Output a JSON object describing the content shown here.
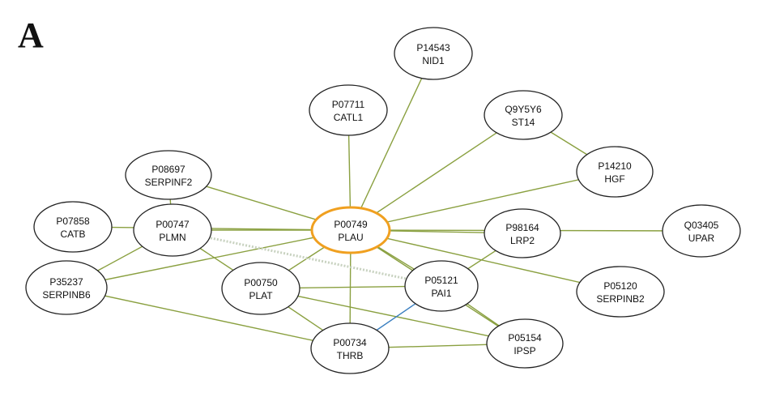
{
  "panel_label": "A",
  "nodes": [
    {
      "id": "PLAU",
      "acc": "P00749",
      "name": "PLAU",
      "hub": true
    },
    {
      "id": "NID1",
      "acc": "P14543",
      "name": "NID1"
    },
    {
      "id": "CATL1",
      "acc": "P07711",
      "name": "CATL1"
    },
    {
      "id": "ST14",
      "acc": "Q9Y5Y6",
      "name": "ST14"
    },
    {
      "id": "HGF",
      "acc": "P14210",
      "name": "HGF"
    },
    {
      "id": "SERPINF2",
      "acc": "P08697",
      "name": "SERPINF2"
    },
    {
      "id": "CATB",
      "acc": "P07858",
      "name": "CATB"
    },
    {
      "id": "PLMN",
      "acc": "P00747",
      "name": "PLMN"
    },
    {
      "id": "UPAR",
      "acc": "Q03405",
      "name": "UPAR"
    },
    {
      "id": "LRP2",
      "acc": "P98164",
      "name": "LRP2"
    },
    {
      "id": "SERPINB6",
      "acc": "P35237",
      "name": "SERPINB6"
    },
    {
      "id": "PLAT",
      "acc": "P00750",
      "name": "PLAT"
    },
    {
      "id": "PAI1",
      "acc": "P05121",
      "name": "PAI1"
    },
    {
      "id": "SERPINB2",
      "acc": "P05120",
      "name": "SERPINB2"
    },
    {
      "id": "THRB",
      "acc": "P00734",
      "name": "THRB"
    },
    {
      "id": "IPSP",
      "acc": "P05154",
      "name": "IPSP"
    }
  ],
  "edges": [
    {
      "from": "PLAU",
      "to": "NID1"
    },
    {
      "from": "PLAU",
      "to": "CATL1"
    },
    {
      "from": "PLAU",
      "to": "ST14"
    },
    {
      "from": "PLAU",
      "to": "HGF"
    },
    {
      "from": "ST14",
      "to": "HGF"
    },
    {
      "from": "PLAU",
      "to": "SERPINF2"
    },
    {
      "from": "PLAU",
      "to": "CATB"
    },
    {
      "from": "PLAU",
      "to": "PLMN"
    },
    {
      "from": "PLAU",
      "to": "UPAR"
    },
    {
      "from": "PLAU",
      "to": "LRP2"
    },
    {
      "from": "PLAU",
      "to": "SERPINB6"
    },
    {
      "from": "PLAU",
      "to": "PLAT"
    },
    {
      "from": "PLAU",
      "to": "PAI1"
    },
    {
      "from": "PLAU",
      "to": "SERPINB2"
    },
    {
      "from": "PLAU",
      "to": "THRB"
    },
    {
      "from": "PLAU",
      "to": "IPSP"
    },
    {
      "from": "SERPINF2",
      "to": "PLMN"
    },
    {
      "from": "PLMN",
      "to": "SERPINB6"
    },
    {
      "from": "PLMN",
      "to": "PLAT"
    },
    {
      "from": "PLMN",
      "to": "PAI1",
      "style": "dotted"
    },
    {
      "from": "LRP2",
      "to": "PAI1"
    },
    {
      "from": "PLAT",
      "to": "PAI1"
    },
    {
      "from": "PLAT",
      "to": "THRB"
    },
    {
      "from": "PLAT",
      "to": "IPSP"
    },
    {
      "from": "PAI1",
      "to": "THRB",
      "style": "blue"
    },
    {
      "from": "PAI1",
      "to": "IPSP"
    },
    {
      "from": "SERPINB6",
      "to": "THRB"
    },
    {
      "from": "THRB",
      "to": "IPSP"
    }
  ]
}
